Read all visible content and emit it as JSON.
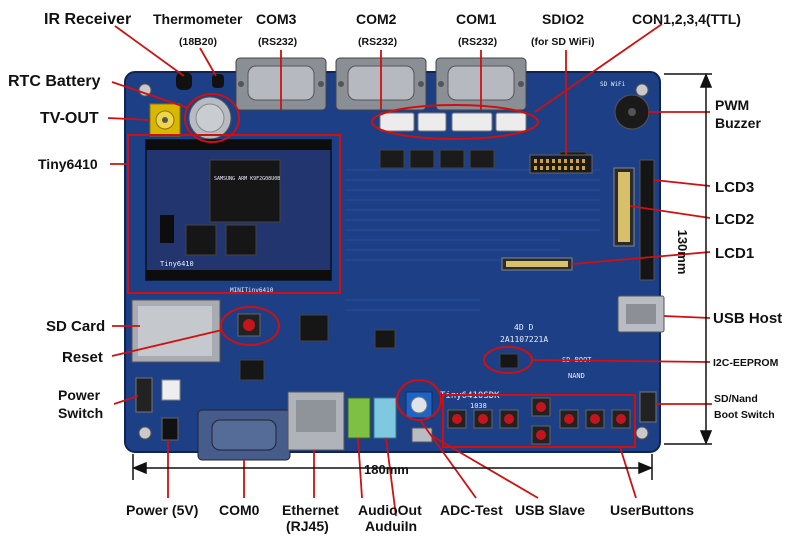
{
  "colors": {
    "pcb": "#1d3f86",
    "pcb_dark": "#143067",
    "leader": "#d01010",
    "dimension": "#111111"
  },
  "labels": {
    "ir_receiver": "IR Receiver",
    "thermometer": "Thermometer",
    "thermometer_sub": "(18B20)",
    "com3": "COM3",
    "com3_sub": "(RS232)",
    "com2": "COM2",
    "com2_sub": "(RS232)",
    "com1": "COM1",
    "com1_sub": "(RS232)",
    "sdio2": "SDIO2",
    "sdio2_sub": "(for SD WiFi)",
    "con_ttl": "CON1,2,3,4(TTL)",
    "rtc_battery": "RTC Battery",
    "tv_out": "TV-OUT",
    "tiny6410": "Tiny6410",
    "sd_card": "SD Card",
    "reset": "Reset",
    "power_switch_1": "Power",
    "power_switch_2": "Switch",
    "pwm_buzzer_1": "PWM",
    "pwm_buzzer_2": "Buzzer",
    "lcd3": "LCD3",
    "lcd2": "LCD2",
    "lcd1": "LCD1",
    "usb_host": "USB Host",
    "i2c_eeprom": "I2C-EEPROM",
    "boot_switch_1": "SD/Nand",
    "boot_switch_2": "Boot Switch",
    "power_5v": "Power (5V)",
    "com0": "COM0",
    "ethernet_1": "Ethernet",
    "ethernet_2": "(RJ45)",
    "audio_out": "AudioOut",
    "audio_in": "AuduiIn",
    "adc_test": "ADC-Test",
    "usb_slave": "USB Slave",
    "user_buttons": "UserButtons"
  },
  "dimensions": {
    "width": "180mm",
    "height": "130mm"
  },
  "silkscreen": {
    "board_name": "Tiny6410SDK",
    "board_rev": "1038",
    "chip_code": "2A1107221A",
    "chip_mark": "4D D",
    "sd_boot": "SD-BOOT",
    "nand": "NAND",
    "sd_wifi": "SD WiFi",
    "module_name": "Tiny6410",
    "module_silk": "MINITiny6410",
    "cpu_mark": "SAMSUNG ARM K9F2G08U0B"
  }
}
